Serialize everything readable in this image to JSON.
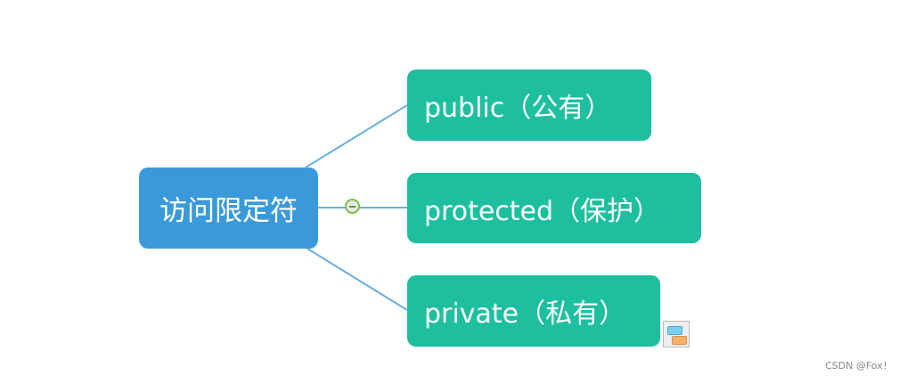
{
  "root": {
    "label": "访问限定符"
  },
  "children": [
    {
      "label": "public（公有）"
    },
    {
      "label": "protected（保护）"
    },
    {
      "label": "private（私有）"
    }
  ],
  "watermark": "CSDN @Fox！",
  "colors": {
    "root": "#3a9ad9",
    "child": "#1dbf9f",
    "line": "#6aaee0"
  }
}
